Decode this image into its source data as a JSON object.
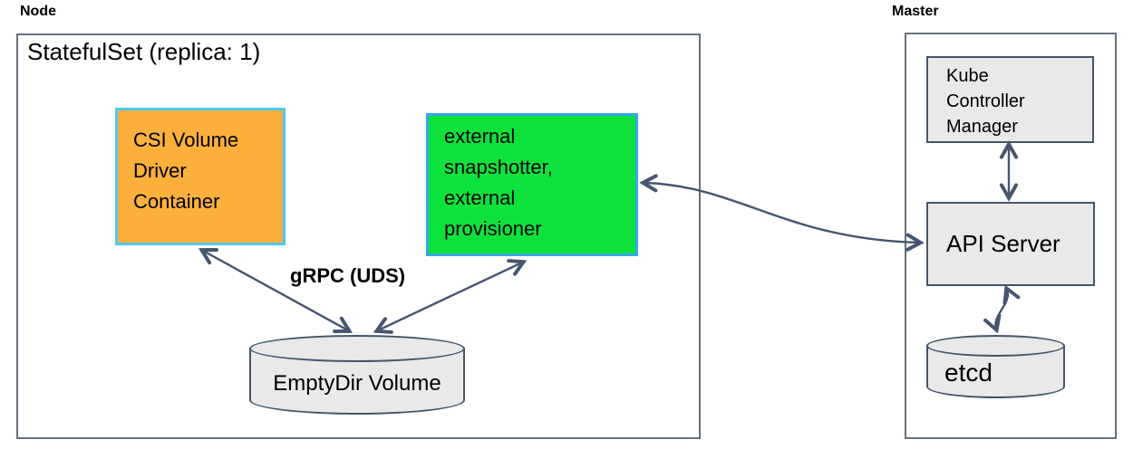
{
  "colors": {
    "arrow": "#46566E",
    "outerBorder": "#66707E",
    "grayFill": "#E9E9E9",
    "grayBorder": "#44546A",
    "orangeFill": "#FBB03C",
    "orangeBorder": "#4EC8F2",
    "greenFill": "#0DE23C",
    "greenBorder": "#35A7E8",
    "text": "#000000"
  },
  "node": {
    "label": "Node",
    "statefulset_title": "StatefulSet (replica: 1)",
    "csi_container": {
      "lines": [
        "CSI Volume",
        "Driver",
        "Container"
      ]
    },
    "sidecars": {
      "lines": [
        "external",
        "snapshotter,",
        "external",
        "provisioner"
      ]
    },
    "grpc_label": "gRPC (UDS)",
    "emptydir_label": "EmptyDir Volume"
  },
  "master": {
    "label": "Master",
    "kube_controller_manager": {
      "lines": [
        "Kube",
        "Controller",
        "Manager"
      ]
    },
    "api_server_label": "API Server",
    "etcd_label": "etcd"
  }
}
